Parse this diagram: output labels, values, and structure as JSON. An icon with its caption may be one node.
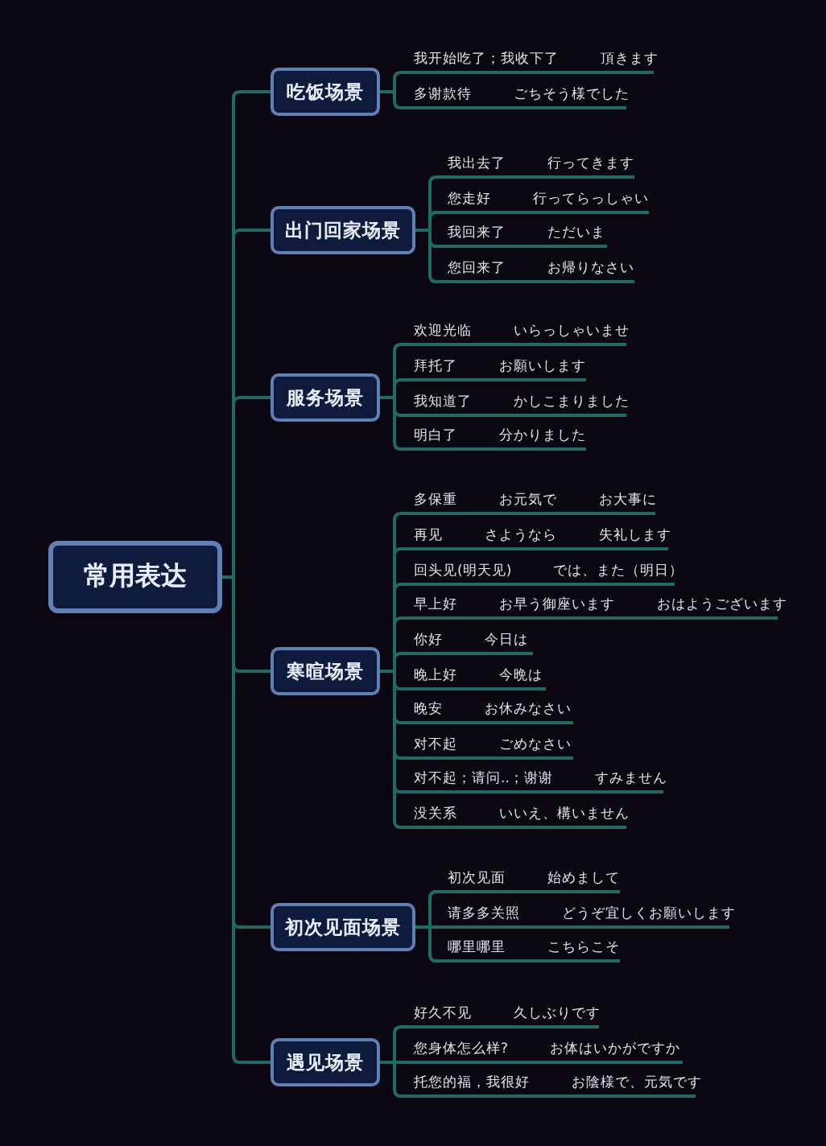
{
  "diagram": {
    "nodes": [
      {
        "text": [
          "常用表达"
        ]
      },
      {
        "text": [
          "吃饭场景"
        ]
      },
      {
        "text": [
          "我开始吃了；我收下了",
          "頂きます"
        ]
      },
      {
        "text": [
          "多谢款待",
          "ごちそう様でした"
        ]
      },
      {
        "text": [
          "出门回家场景"
        ]
      },
      {
        "text": [
          "我出去了",
          "行ってきます"
        ]
      },
      {
        "text": [
          "您走好",
          "行ってらっしゃい"
        ]
      },
      {
        "text": [
          "我回来了",
          "ただいま"
        ]
      },
      {
        "text": [
          "您回来了",
          "お帰りなさい"
        ]
      },
      {
        "text": [
          "服务场景"
        ]
      },
      {
        "text": [
          "欢迎光临",
          "いらっしゃいませ"
        ]
      },
      {
        "text": [
          "拜托了",
          "お願いします"
        ]
      },
      {
        "text": [
          "我知道了",
          "かしこまりました"
        ]
      },
      {
        "text": [
          "明白了",
          "分かりました"
        ]
      },
      {
        "text": [
          "寒暄场景"
        ]
      },
      {
        "text": [
          "多保重",
          "お元気で",
          "お大事に"
        ]
      },
      {
        "text": [
          "再见",
          "さようなら",
          "失礼します"
        ]
      },
      {
        "text": [
          "回头见(明天见)",
          "では、また（明日）"
        ]
      },
      {
        "text": [
          "早上好",
          "お早う御座います",
          "おはようございます"
        ]
      },
      {
        "text": [
          "你好",
          "今日は"
        ]
      },
      {
        "text": [
          "晚上好",
          "今晩は"
        ]
      },
      {
        "text": [
          "晚安",
          "お休みなさい"
        ]
      },
      {
        "text": [
          "对不起",
          "ごめなさい"
        ]
      },
      {
        "text": [
          "对不起；请问..；谢谢",
          "すみません"
        ]
      },
      {
        "text": [
          "没关系",
          "いいえ、構いません"
        ]
      },
      {
        "text": [
          "初次见面场景"
        ]
      },
      {
        "text": [
          "初次见面",
          "始めまして"
        ]
      },
      {
        "text": [
          "请多多关照",
          "どうぞ宜しくお願いします"
        ]
      },
      {
        "text": [
          "哪里哪里",
          "こちらこそ"
        ]
      },
      {
        "text": [
          "遇见场景"
        ]
      },
      {
        "text": [
          "好久不见",
          "久しぶりです"
        ]
      },
      {
        "text": [
          "您身体怎么样?",
          "お体はいかがですか"
        ]
      },
      {
        "text": [
          "托您的福，我很好",
          "お陰様で、元気です"
        ]
      }
    ],
    "edges": [
      {
        "from": 0,
        "to": 1,
        "arrow": "none"
      },
      {
        "from": 0,
        "to": 4,
        "arrow": "none"
      },
      {
        "from": 0,
        "to": 9,
        "arrow": "none"
      },
      {
        "from": 0,
        "to": 14,
        "arrow": "none"
      },
      {
        "from": 0,
        "to": 25,
        "arrow": "none"
      },
      {
        "from": 0,
        "to": 29,
        "arrow": "none"
      },
      {
        "from": 1,
        "to": 2,
        "arrow": "none"
      },
      {
        "from": 1,
        "to": 3,
        "arrow": "none"
      },
      {
        "from": 4,
        "to": 5,
        "arrow": "none"
      },
      {
        "from": 4,
        "to": 6,
        "arrow": "none"
      },
      {
        "from": 4,
        "to": 7,
        "arrow": "none"
      },
      {
        "from": 4,
        "to": 8,
        "arrow": "none"
      },
      {
        "from": 9,
        "to": 10,
        "arrow": "none"
      },
      {
        "from": 9,
        "to": 11,
        "arrow": "none"
      },
      {
        "from": 9,
        "to": 12,
        "arrow": "none"
      },
      {
        "from": 9,
        "to": 13,
        "arrow": "none"
      },
      {
        "from": 14,
        "to": 15,
        "arrow": "none"
      },
      {
        "from": 14,
        "to": 16,
        "arrow": "none"
      },
      {
        "from": 14,
        "to": 17,
        "arrow": "none"
      },
      {
        "from": 14,
        "to": 18,
        "arrow": "none"
      },
      {
        "from": 14,
        "to": 19,
        "arrow": "none"
      },
      {
        "from": 14,
        "to": 20,
        "arrow": "none"
      },
      {
        "from": 14,
        "to": 21,
        "arrow": "none"
      },
      {
        "from": 14,
        "to": 22,
        "arrow": "none"
      },
      {
        "from": 14,
        "to": 23,
        "arrow": "none"
      },
      {
        "from": 14,
        "to": 24,
        "arrow": "none"
      },
      {
        "from": 25,
        "to": 26,
        "arrow": "none"
      },
      {
        "from": 25,
        "to": 27,
        "arrow": "none"
      },
      {
        "from": 25,
        "to": 28,
        "arrow": "none"
      },
      {
        "from": 29,
        "to": 30,
        "arrow": "none"
      },
      {
        "from": 29,
        "to": 31,
        "arrow": "none"
      },
      {
        "from": 29,
        "to": 32,
        "arrow": "none"
      }
    ]
  }
}
